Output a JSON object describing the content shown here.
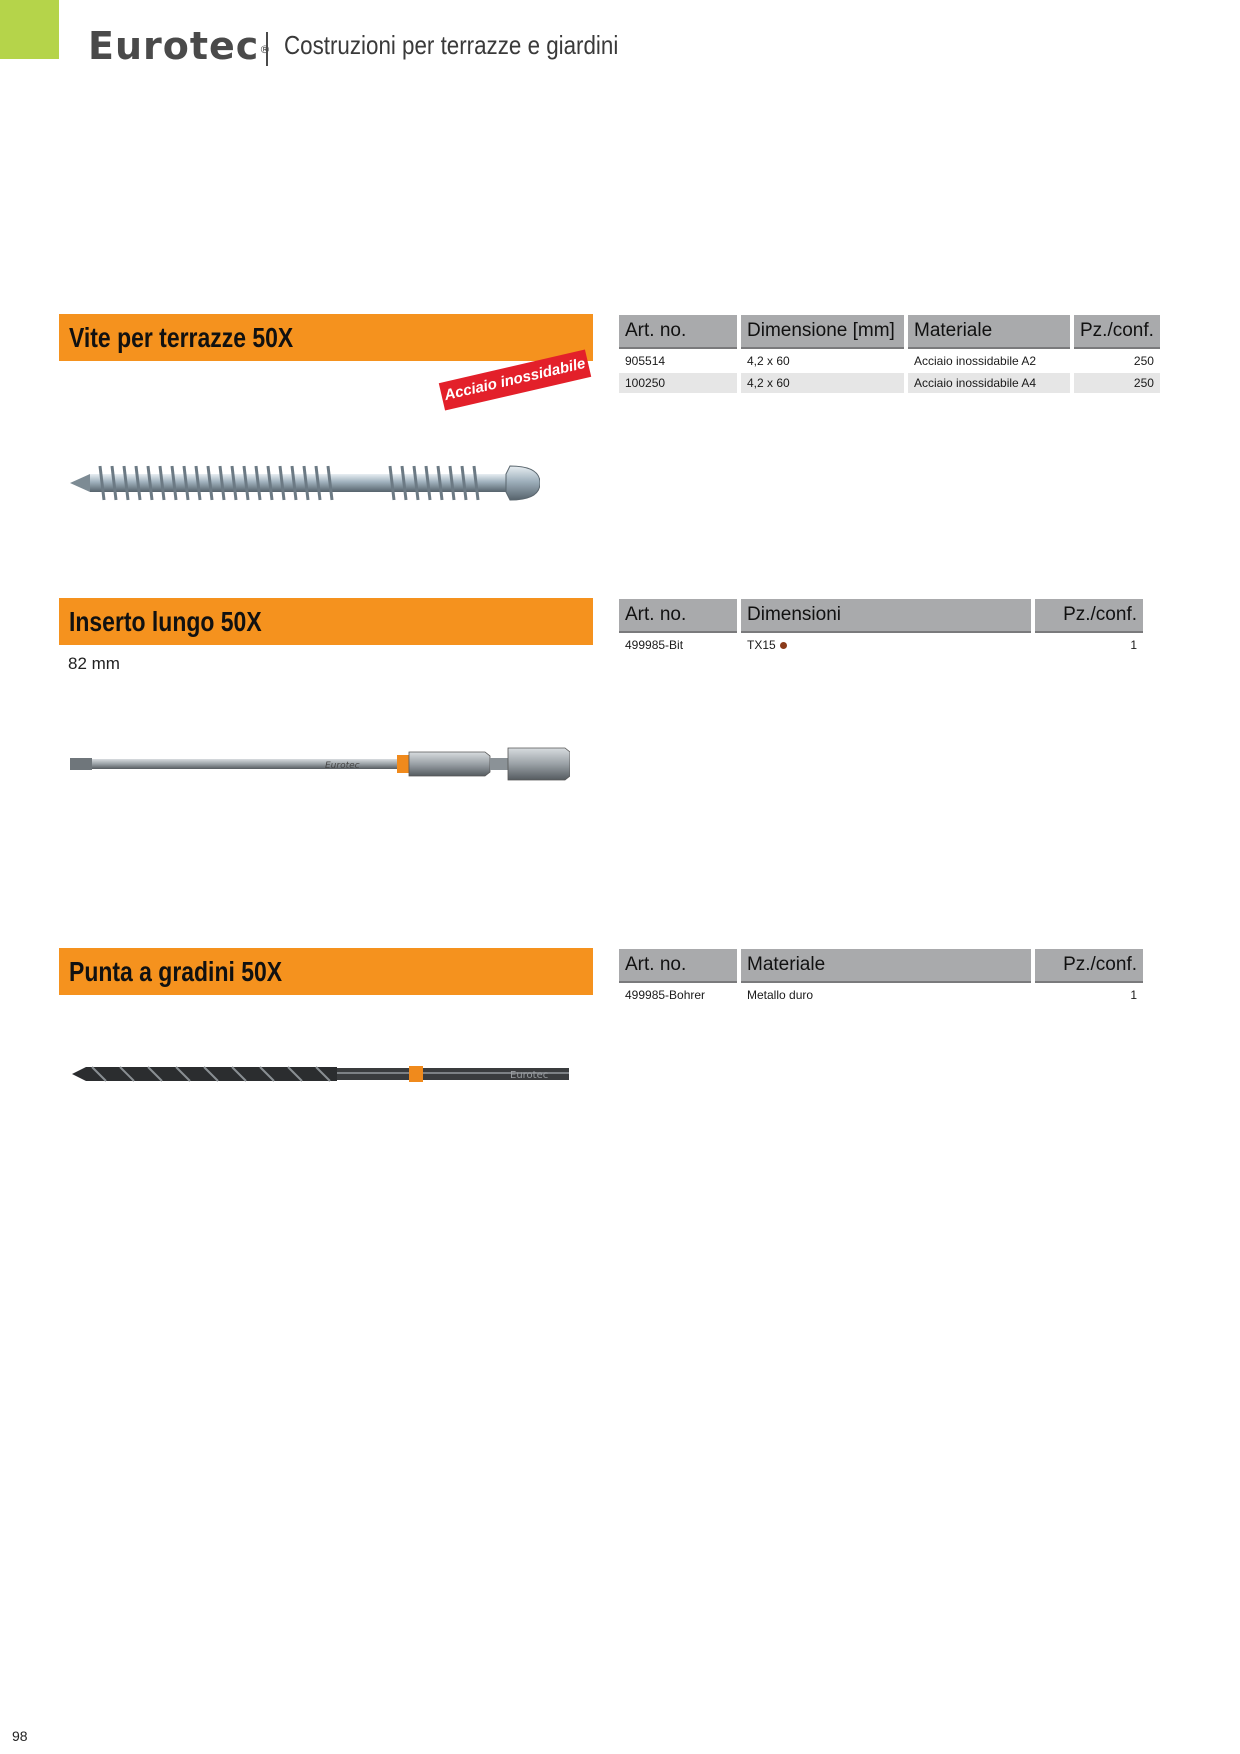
{
  "header": {
    "brand": "Eurotec",
    "registered": "®",
    "title": "Costruzioni per terrazze e giardini",
    "accent_color": "#b5d44a"
  },
  "products": [
    {
      "title": "Vite per terrazze 50X",
      "badge": "Acciaio inossidabile",
      "table": {
        "headers": [
          "Art. no.",
          "Dimensione [mm]",
          "Materiale",
          "Pz./conf."
        ],
        "rows": [
          [
            "905514",
            "4,2 x 60",
            "Acciaio inossidabile A2",
            "250"
          ],
          [
            "100250",
            "4,2 x 60",
            "Acciaio inossidabile A4",
            "250"
          ]
        ]
      },
      "image_icon": "screw-image"
    },
    {
      "title": "Inserto lungo 50X",
      "note": "82 mm",
      "table": {
        "headers": [
          "Art. no.",
          "Dimensioni",
          "Pz./conf."
        ],
        "rows": [
          [
            "499985-Bit",
            "TX15",
            "1"
          ]
        ]
      },
      "image_icon": "bit-image",
      "engraving": "Eurotec"
    },
    {
      "title": "Punta a gradini 50X",
      "table": {
        "headers": [
          "Art. no.",
          "Materiale",
          "Pz./conf."
        ],
        "rows": [
          [
            "499985-Bohrer",
            "Metallo duro",
            "1"
          ]
        ]
      },
      "image_icon": "drill-image",
      "engraving": "Eurotec"
    }
  ],
  "page_number": "98",
  "colors": {
    "product_bar": "#f5921e",
    "badge": "#e3202a",
    "table_header": "#a9aaac",
    "bit_marker": "#f08a1c"
  }
}
